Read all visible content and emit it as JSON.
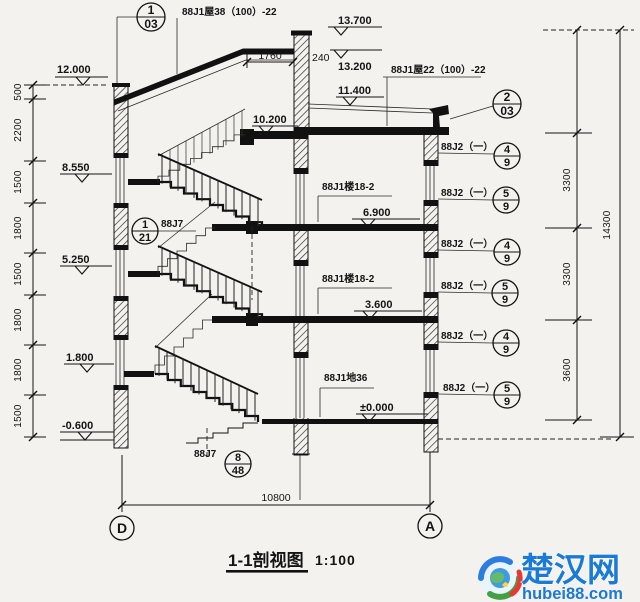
{
  "drawing": {
    "title": "1-1剖视图",
    "scale": "1:100",
    "levels": {
      "l13700": "13.700",
      "l13200": "13.200",
      "l12000": "12.000",
      "l11400": "11.400",
      "l10200": "10.200",
      "l8550": "8.550",
      "l6900": "6.900",
      "l5250": "5.250",
      "l3600": "3.600",
      "l1800": "1.800",
      "l0": "±0.000",
      "lm600": "-0.600"
    },
    "left_dims": [
      "500",
      "2200",
      "1500",
      "1800",
      "1500",
      "1800",
      "1800",
      "1500"
    ],
    "right_dims": [
      "3300",
      "3300",
      "3600"
    ],
    "overall_height": "14300",
    "top_dims": {
      "roof": "1760",
      "wall": "240"
    },
    "overall_width": "10800",
    "axis": {
      "left": "D",
      "right": "A"
    },
    "labels": {
      "roof_top": "88J1屋38（100）-22",
      "roof_low": "88J1屋22（100）-22",
      "floor": "88J1楼18-2",
      "ground_slab": "88J1地36",
      "stair": "88J7",
      "wall": "88J2（一）"
    },
    "bubbles": {
      "b103": {
        "t": "1",
        "b": "03"
      },
      "b203": {
        "t": "2",
        "b": "03"
      },
      "b49": {
        "t": "4",
        "b": "9"
      },
      "b59": {
        "t": "5",
        "b": "9"
      },
      "b121": {
        "t": "1",
        "b": "21"
      },
      "b848": {
        "t": "8",
        "b": "48"
      }
    }
  },
  "watermark": {
    "name": "楚汉网",
    "url": "hubei88.com"
  }
}
